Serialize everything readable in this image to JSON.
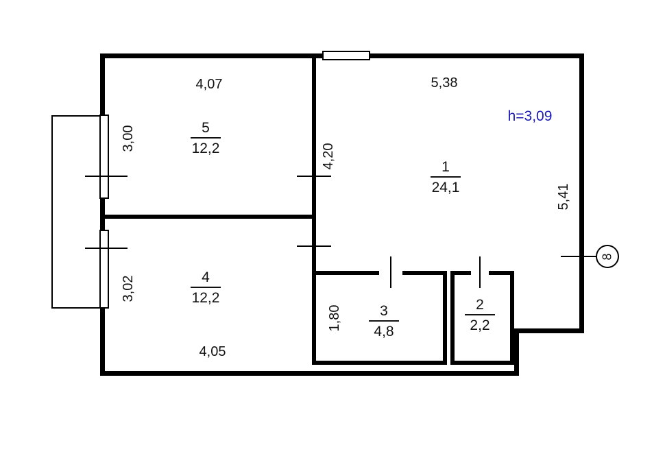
{
  "plan": {
    "ceiling_height": "h=3,09",
    "marker_number": "8",
    "accent_color": "#1b1bb3",
    "wall_color": "#000000",
    "rooms": {
      "r1": {
        "num": "1",
        "area": "24,1"
      },
      "r2": {
        "num": "2",
        "area": "2,2"
      },
      "r3": {
        "num": "3",
        "area": "4,8"
      },
      "r4": {
        "num": "4",
        "area": "12,2"
      },
      "r5": {
        "num": "5",
        "area": "12,2"
      }
    },
    "dims": {
      "room5_width": "4,07",
      "room1_width": "5,38",
      "room5_height": "3,00",
      "room1_left_height": "4,20",
      "room1_right_height": "5,41",
      "room4_height": "3,02",
      "room3_height": "1,80",
      "room4_width": "4,05"
    }
  }
}
